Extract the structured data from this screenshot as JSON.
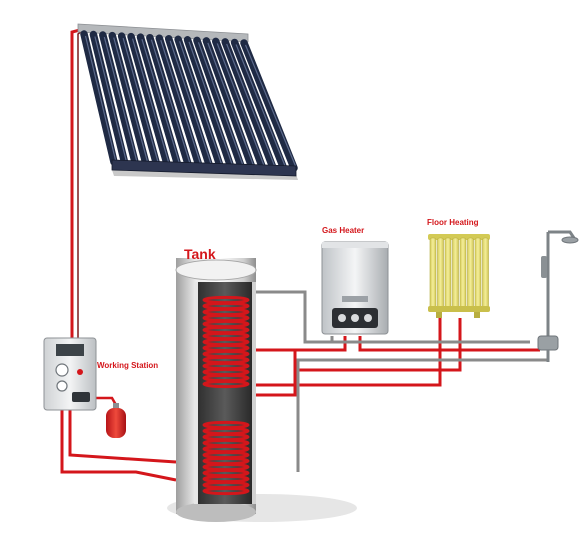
{
  "labels": {
    "tank": "Tank",
    "gas_heater": "Gas Heater",
    "floor_heating": "Floor Heating",
    "working_station": "Working Station"
  },
  "colors": {
    "pipe_hot": "#d4161b",
    "pipe_cold": "#8a8a8a",
    "label": "#d4161b",
    "collector_tube": "#1f2a44",
    "radiator": "#e9e07a"
  },
  "components": [
    {
      "name": "solar-collector",
      "icon": "evacuated-tube-panel"
    },
    {
      "name": "tank",
      "icon": "cylinder-with-coils"
    },
    {
      "name": "gas-heater",
      "icon": "water-heater"
    },
    {
      "name": "floor-heating",
      "icon": "radiator"
    },
    {
      "name": "working-station",
      "icon": "controller-box"
    },
    {
      "name": "expansion-vessel",
      "icon": "red-tank"
    },
    {
      "name": "shower",
      "icon": "shower-head"
    }
  ]
}
